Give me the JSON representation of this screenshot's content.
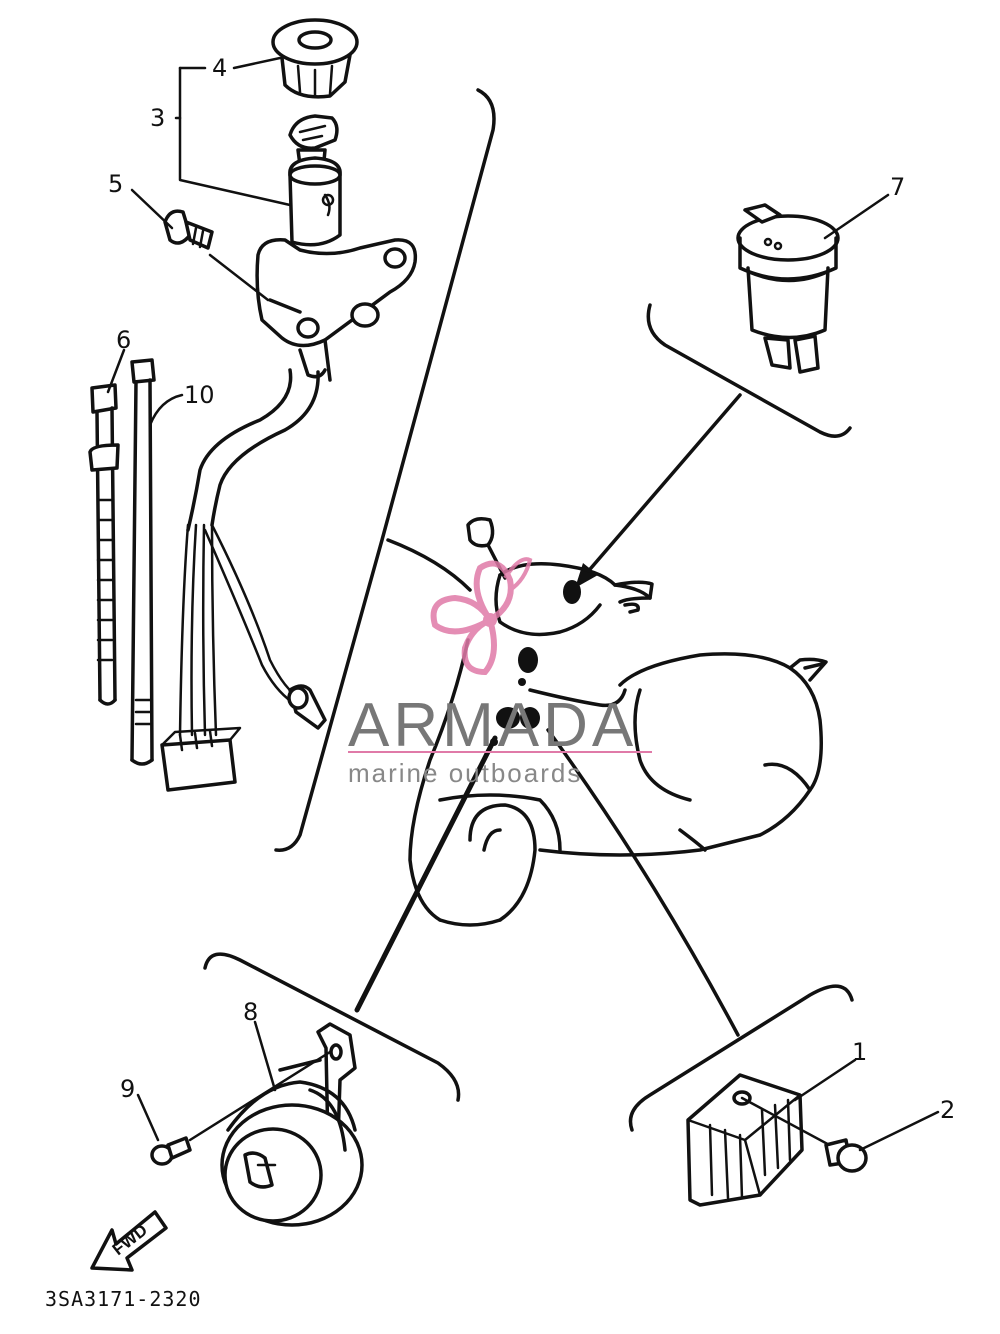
{
  "diagram": {
    "code": "3SA3171-2320",
    "fwd_label": "FWD",
    "callouts": [
      "1",
      "2",
      "3",
      "4",
      "5",
      "6",
      "7",
      "8",
      "9",
      "10"
    ]
  },
  "watermark": {
    "brand": "ARMADA",
    "tagline": "marine outboards",
    "logo_color": "#e07aa8",
    "text_color": "#777777"
  }
}
